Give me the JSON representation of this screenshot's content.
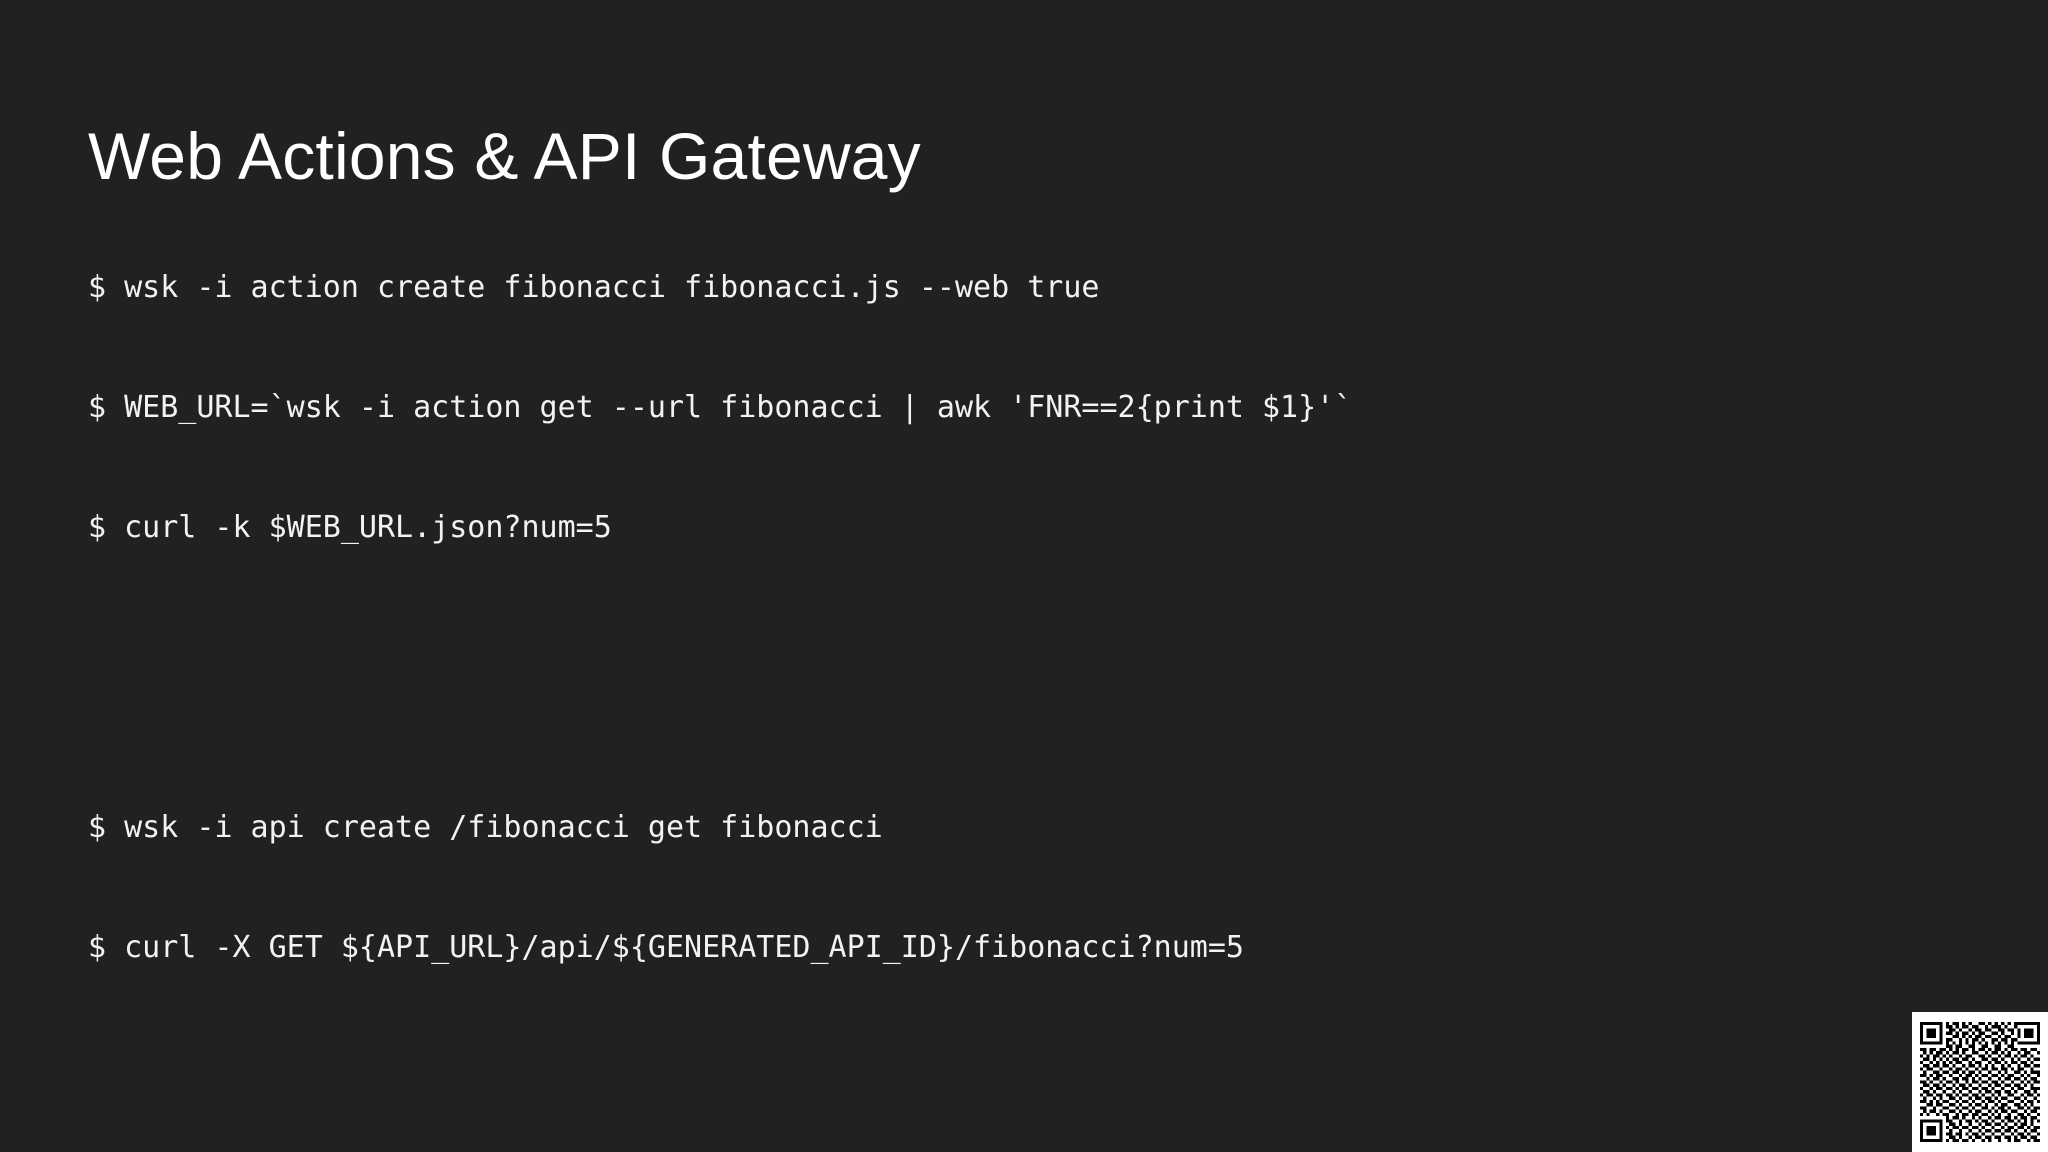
{
  "slide": {
    "title": "Web Actions & API Gateway",
    "background_color": "#212121",
    "text_color": "#f2f2f2",
    "title_color": "#ffffff"
  },
  "code": {
    "lines": [
      {
        "id": "line-1",
        "text": "$ wsk -i action create fibonacci fibonacci.js --web true",
        "gap_after": "sm"
      },
      {
        "id": "line-2",
        "text": "$ WEB_URL=`wsk -i action get --url fibonacci | awk 'FNR==2{print $1}'`",
        "gap_after": "sm"
      },
      {
        "id": "line-3",
        "text": "$ curl -k $WEB_URL.json?num=5",
        "gap_after": "lg"
      },
      {
        "id": "line-4",
        "text": "$ wsk -i api create /fibonacci get fibonacci",
        "gap_after": "sm"
      },
      {
        "id": "line-5",
        "text": "$ curl -X GET ${API_URL}/api/${GENERATED_API_ID}/fibonacci?num=5",
        "gap_after": "none"
      }
    ]
  },
  "qr": {
    "label": "qr-code",
    "foreground": "#000000",
    "background": "#ffffff",
    "modules": 37,
    "matrix": [
      "1111111010110101001101010101011111111",
      "1000001011010110110010111010010000001",
      "1011101001101001011011001101101011101",
      "1011101011010110101100110100101011101",
      "1011101000110101011011001011001011101",
      "1000001011001010110100110110110000001",
      "1111111010101010101010101010101111111",
      "0000000011011001100110011001100000000",
      "1101101101010110101101011010110110110",
      "0101011010110100110010110101001011001",
      "1010110101001011001101001011010110100",
      "0110101010110110100110110100101001011",
      "1001010101011001011001011010110110100",
      "0110110110100101101010100101001011011",
      "1011001001011010010110110110101100100",
      "0100110110110101101001001010011010111",
      "1101011001001011010110110101100101001",
      "0010110100110110101001001011011010110",
      "1101001011010010110110110100100101011",
      "0110110100101101001001011011011010100",
      "1001011011010110110110100100101100111",
      "0110100100101001001011011011010011010",
      "1011011011010110110100101001100101101",
      "0100101001101001011011010110011010010",
      "1101010110010110100101101001100101101",
      "0011011001101001011010010110011010100",
      "1100100110010110100110101101001101011",
      "0101101001101001011001010110110010110",
      "1010010110010110110110101001001101001",
      "0000000010110100101001011011010110110",
      "1111111011001011010110100101101010101",
      "1000001001101001001011011010010110100",
      "1011101010110110110100100101101101011",
      "1011101001001001001011011011010010110",
      "1011101011011010110100100100101101001",
      "1000001001101001011011011011010110110",
      "1111111010110110100101001001011001011"
    ]
  }
}
